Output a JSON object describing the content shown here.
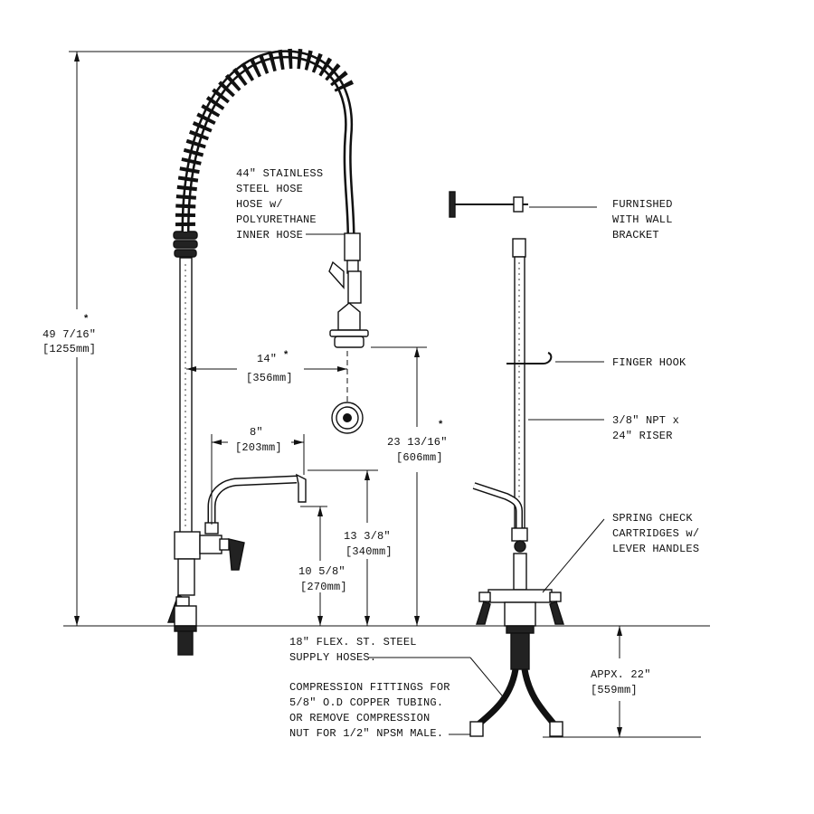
{
  "dimensions": {
    "overall_height": "49 7/16\"",
    "overall_height_metric": "[1255mm]",
    "riser_reach": "14\"",
    "riser_reach_metric": "[356mm]",
    "nozzle_reach": "8\"",
    "nozzle_reach_metric": "[203mm]",
    "spray_height": "23 13/16\"",
    "spray_height_metric": "[606mm]",
    "nozzle_top_height": "13 3/8\"",
    "nozzle_top_height_metric": "[340mm]",
    "nozzle_outlet_height": "10 5/8\"",
    "nozzle_outlet_height_metric": "[270mm]",
    "hose_length": "APPX. 22\"",
    "hose_length_metric": "[559mm]",
    "asterisk": "*"
  },
  "callouts": {
    "stainless_hose": [
      "44\" STAINLESS",
      "STEEL HOSE",
      "HOSE w/",
      "POLYURETHANE",
      "INNER HOSE"
    ],
    "wall_bracket": [
      "FURNISHED",
      "WITH WALL",
      "BRACKET"
    ],
    "finger_hook": [
      "FINGER HOOK"
    ],
    "riser": [
      "3/8\" NPT x",
      "24\" RISER"
    ],
    "spring_check": [
      "SPRING CHECK",
      "CARTRIDGES w/",
      "LEVER HANDLES"
    ],
    "supply_hoses": [
      "18\" FLEX. ST. STEEL",
      "SUPPLY HOSES."
    ],
    "compression": [
      "COMPRESSION FITTINGS FOR",
      "5/8\" O.D COPPER TUBING.",
      "OR REMOVE COMPRESSION",
      "NUT FOR 1/2\" NPSM MALE."
    ]
  }
}
